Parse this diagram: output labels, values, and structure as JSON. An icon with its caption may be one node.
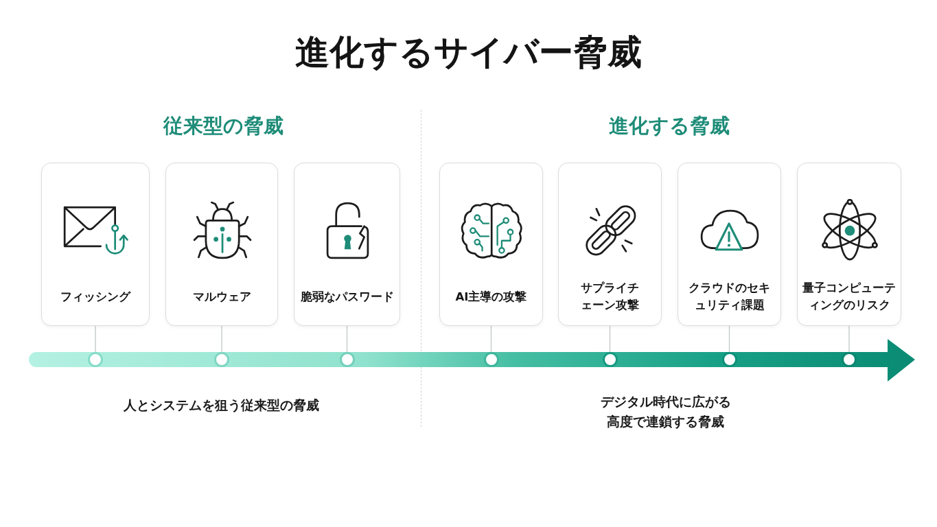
{
  "diagram": {
    "title": "進化するサイバー脅威",
    "nodes": [
      {
        "text": [
          "フィッシング"
        ]
      },
      {
        "text": [
          "マルウェア"
        ]
      },
      {
        "text": [
          "脆弱なパスワード"
        ]
      },
      {
        "text": [
          "AI主導の攻撃"
        ]
      },
      {
        "text": [
          "サプライチェーン攻撃"
        ]
      },
      {
        "text": [
          "クラウドのセキュリティ課題"
        ]
      },
      {
        "text": [
          "量子コンピューティングのリスク"
        ]
      },
      {
        "text": [],
        "shape": "circle"
      },
      {
        "text": [],
        "shape": "circle"
      },
      {
        "text": [],
        "shape": "circle"
      },
      {
        "text": [],
        "shape": "circle"
      },
      {
        "text": [],
        "shape": "circle"
      },
      {
        "text": [],
        "shape": "circle"
      },
      {
        "text": [],
        "shape": "circle"
      }
    ],
    "edges": [
      {
        "from": 0,
        "to": 7,
        "arrow": "none"
      },
      {
        "from": 1,
        "to": 8,
        "arrow": "none"
      },
      {
        "from": 2,
        "to": 9,
        "arrow": "none"
      },
      {
        "from": 3,
        "to": 10,
        "arrow": "none"
      },
      {
        "from": 4,
        "to": 11,
        "arrow": "none"
      },
      {
        "from": 5,
        "to": 12,
        "arrow": "none"
      },
      {
        "from": 6,
        "to": 13,
        "arrow": "none"
      }
    ],
    "labels": [
      "従来型の脅威",
      "進化する脅威",
      "人とシステムを狙う従来型の脅威",
      "デジタル時代に広がる高度で連鎖する脅威"
    ]
  }
}
